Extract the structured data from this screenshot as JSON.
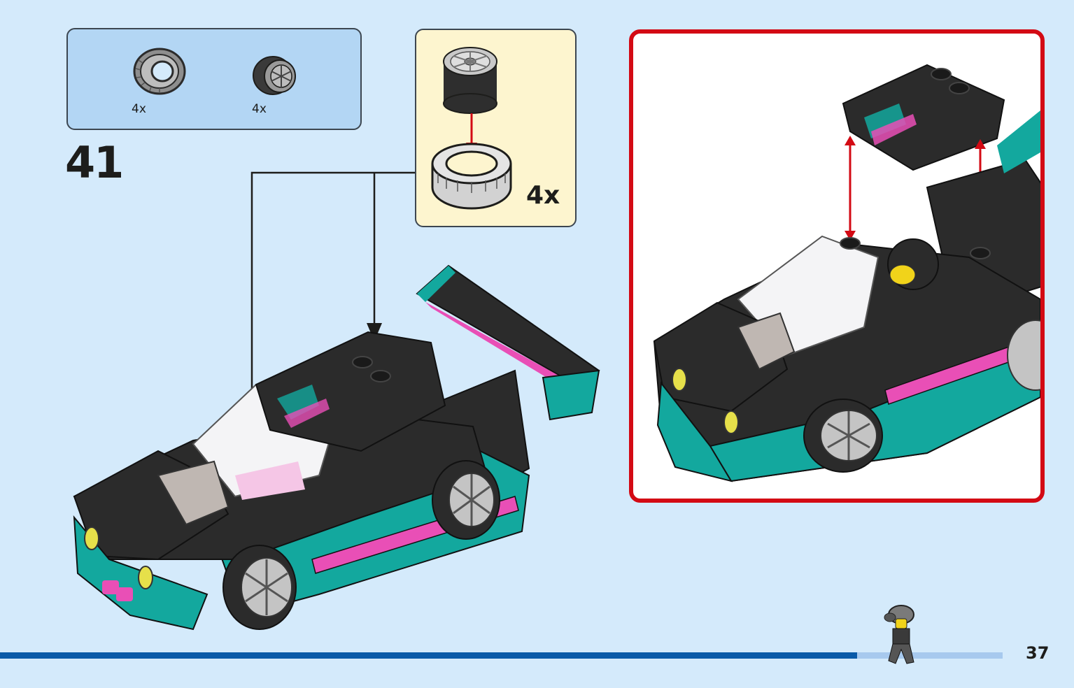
{
  "parts_list": [
    {
      "icon": "tire-icon",
      "quantity": "4x"
    },
    {
      "icon": "wheel-rim-icon",
      "quantity": "4x"
    }
  ],
  "step": {
    "number": "41"
  },
  "sub_assembly": {
    "quantity": "4x",
    "icon": "tire-on-rim-icon"
  },
  "main_model": {
    "icon": "race-car-icon"
  },
  "detail": {
    "icon": "car-roof-detail-icon"
  },
  "colors": {
    "background": "#d4eafb",
    "parts_box": "#b3d6f4",
    "sub_box": "#fdf5cf",
    "detail_border": "#d30a14",
    "teal": "#13a89e",
    "pink": "#e94fb6",
    "black_brick": "#2b2b2b",
    "progress": "#0a5aa8"
  },
  "progress": {
    "fraction": 0.855
  },
  "page": {
    "number": "37"
  },
  "footer_figure": {
    "icon": "minifigure-walking-icon"
  }
}
